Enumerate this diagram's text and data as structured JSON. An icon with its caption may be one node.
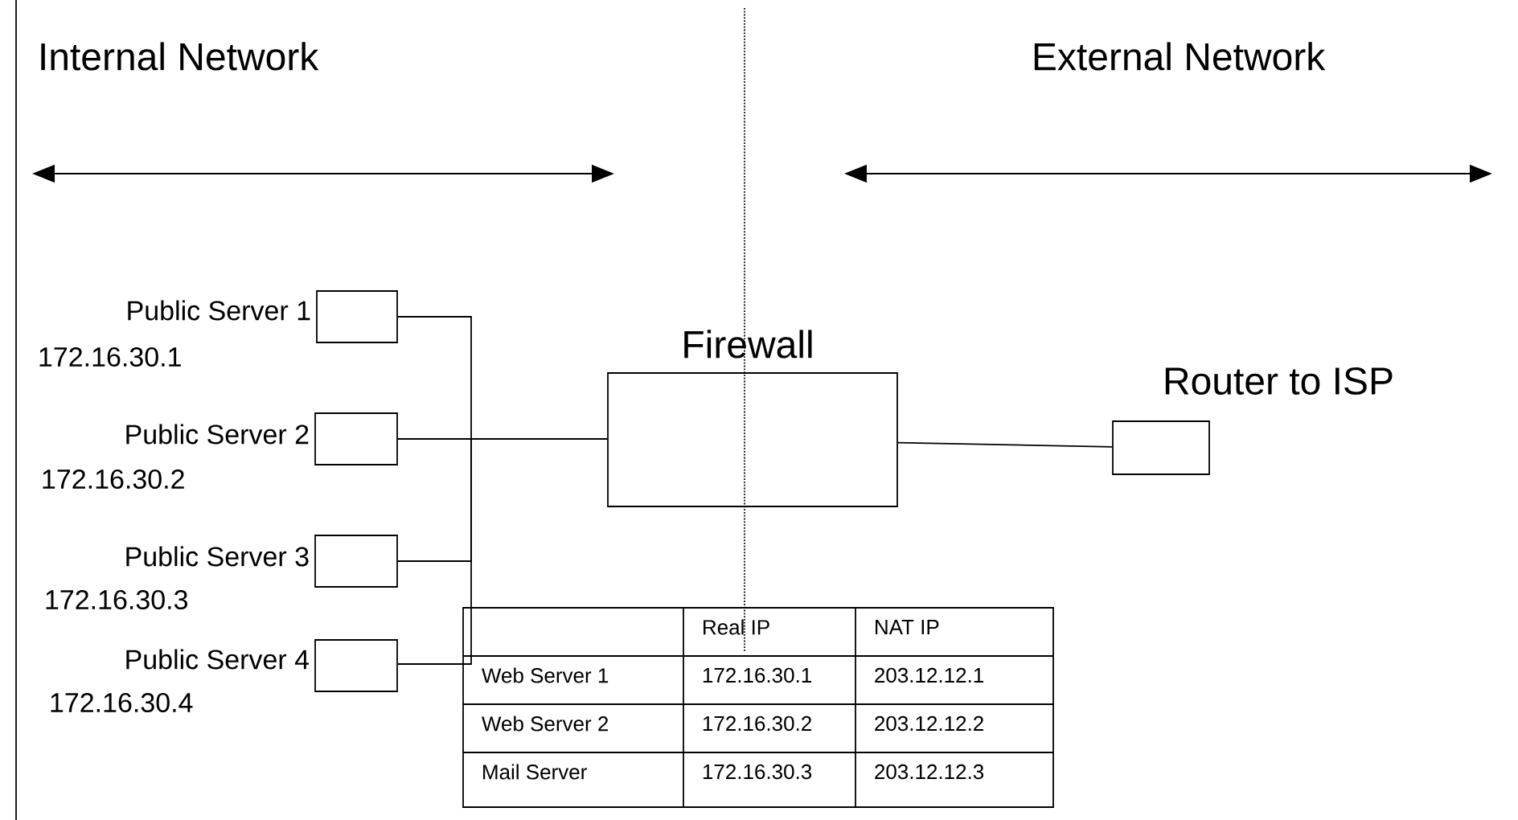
{
  "diagram": {
    "nodes": [
      {
        "text": [
          "Public Server 1",
          "172.16.30.1"
        ]
      },
      {
        "text": [
          "Public Server 2",
          "172.16.30.2"
        ]
      },
      {
        "text": [
          "Public Server 3",
          "172.16.30.3"
        ]
      },
      {
        "text": [
          "Public Server 4",
          "172.16.30.4"
        ]
      },
      {
        "text": [
          "Firewall"
        ]
      },
      {
        "text": [
          "Router to ISP"
        ]
      }
    ],
    "edges": [
      {
        "from": 0,
        "to": 4,
        "arrow": "none"
      },
      {
        "from": 1,
        "to": 4,
        "arrow": "none"
      },
      {
        "from": 2,
        "to": 4,
        "arrow": "none"
      },
      {
        "from": 3,
        "to": 4,
        "arrow": "none"
      },
      {
        "from": 4,
        "to": 5,
        "arrow": "none"
      }
    ],
    "labels": [
      "Internal Network",
      "External Network",
      "Real IP",
      "NAT IP",
      "Web Server 1",
      "172.16.30.1",
      "203.12.12.1",
      "Web Server 2",
      "172.16.30.2",
      "203.12.12.2",
      "Mail Server",
      "172.16.30.3",
      "203.12.12.3"
    ]
  }
}
